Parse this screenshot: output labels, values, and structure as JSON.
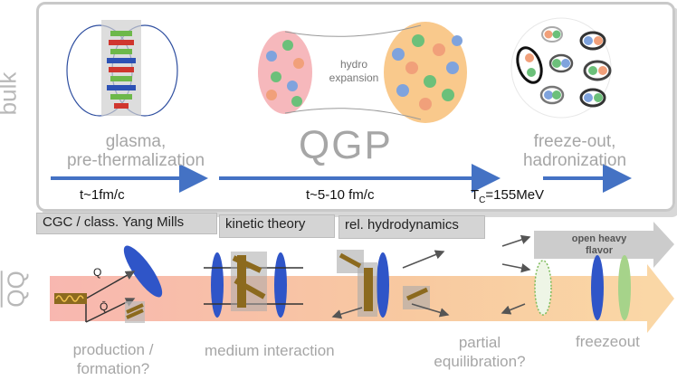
{
  "side_labels": {
    "bulk": "bulk",
    "qq": "QQ"
  },
  "bulk": {
    "stages": {
      "glasma": "glasma,\npre-thermalization",
      "qgp": "QGP",
      "freezeout": "freeze-out,\nhadronization"
    },
    "hydro_label": "hydro\nexpansion",
    "times": {
      "t1": "t~1fm/c",
      "t2": "t~5-10 fm/c",
      "tc_prefix": "T",
      "tc_sub": "C",
      "tc_value": "=155MeV"
    }
  },
  "theory_bands": [
    "CGC / class. Yang Mills",
    "kinetic theory",
    "rel. hydrodynamics"
  ],
  "heavy_flavor": {
    "q_label": "Q",
    "qbar_label": "Q̄",
    "open_heavy_flavor": "open heavy\nflavor",
    "stages": {
      "production": "production /\nformation?",
      "medium": "medium interaction",
      "partial": "partial\nequilibration?",
      "freezeout": "freezeout"
    }
  },
  "colors": {
    "arrow_blue": "#4472c4",
    "ellipse_blue": "#2f55c8",
    "gray_text": "#a6a6a6",
    "salmon": "#f8c0b0",
    "orange": "#f8c98a",
    "pink_blob": "#f6b8bc",
    "orange_blob": "#f9c98c"
  }
}
